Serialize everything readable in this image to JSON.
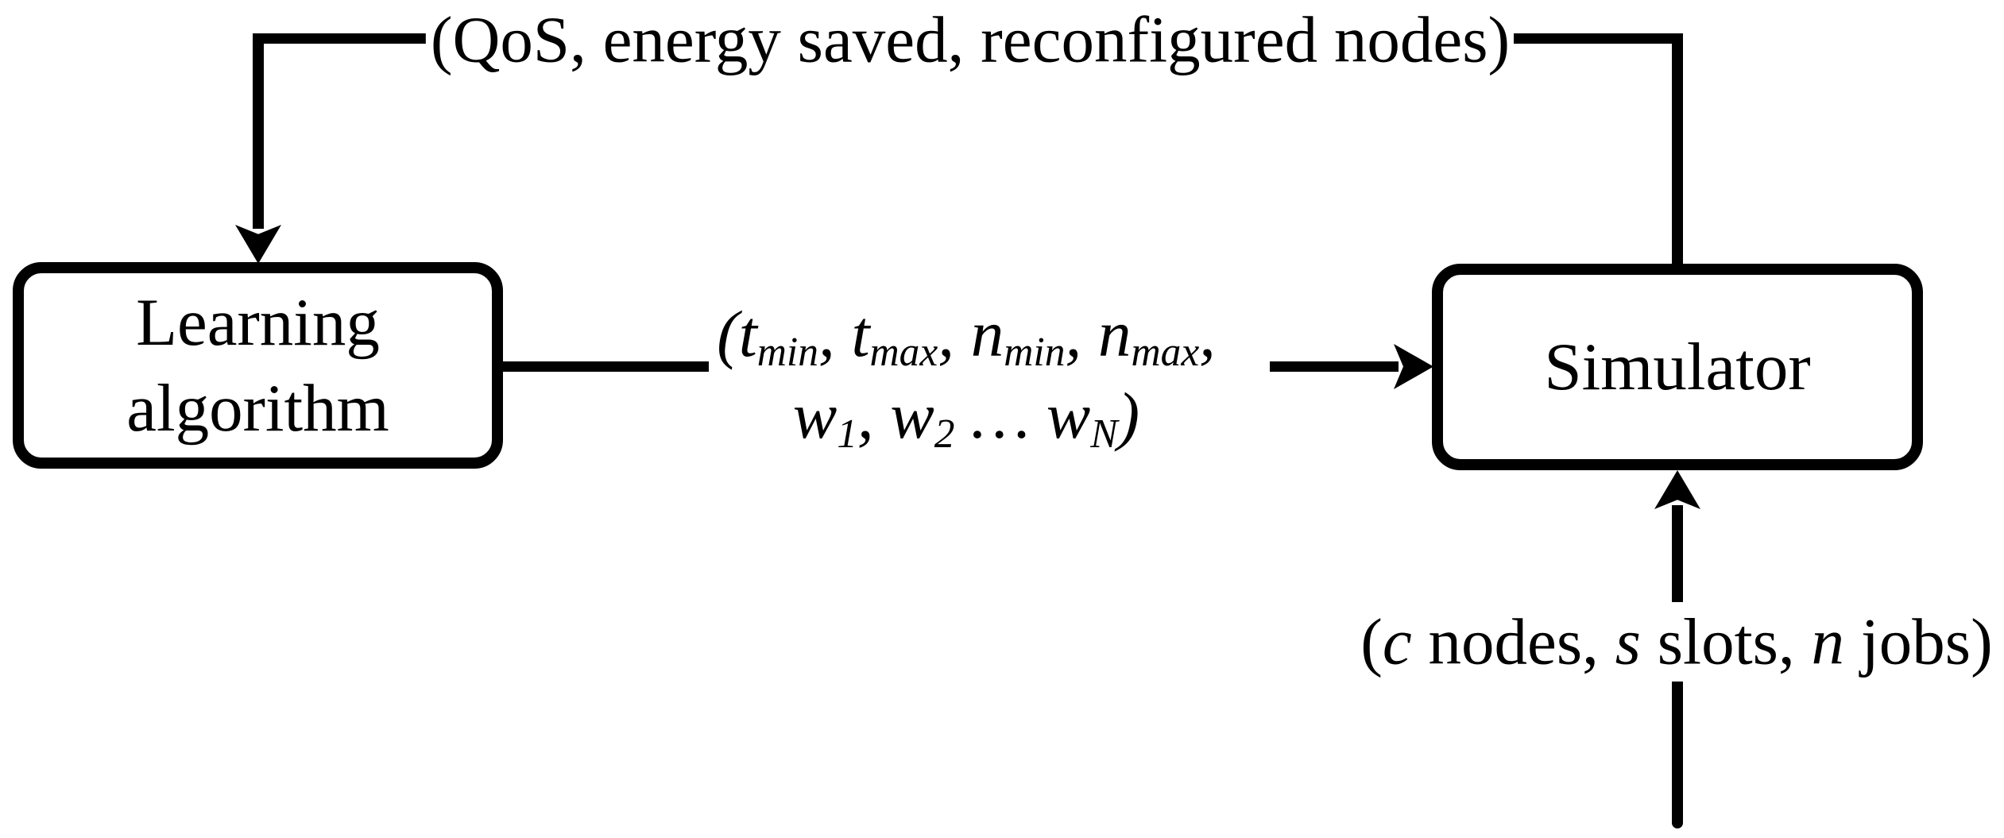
{
  "diagram": {
    "background_color": "#ffffff",
    "stroke_color": "#000000",
    "boxes": {
      "learning": {
        "line1": "Learning",
        "line2": "algorithm"
      },
      "simulator": {
        "label": "Simulator"
      }
    },
    "edge_labels": {
      "feedback": "(QoS, energy saved, reconfigured nodes)",
      "params_line1": [
        {
          "t": "(t",
          "i": true
        },
        {
          "t": "min",
          "i": true,
          "s": true
        },
        {
          "t": ", t",
          "i": true
        },
        {
          "t": "max",
          "i": true,
          "s": true
        },
        {
          "t": ", n",
          "i": true
        },
        {
          "t": "min",
          "i": true,
          "s": true
        },
        {
          "t": ", n",
          "i": true
        },
        {
          "t": "max",
          "i": true,
          "s": true
        },
        {
          "t": ",",
          "i": true
        }
      ],
      "params_line2": [
        {
          "t": "w",
          "i": true
        },
        {
          "t": "1",
          "i": true,
          "s": true
        },
        {
          "t": ", w",
          "i": true
        },
        {
          "t": "2",
          "i": true,
          "s": true
        },
        {
          "t": " … w",
          "i": true
        },
        {
          "t": "N",
          "i": true,
          "s": true
        },
        {
          "t": ")",
          "i": true
        }
      ],
      "inputs": [
        {
          "t": "(",
          "i": false
        },
        {
          "t": "c",
          "i": true
        },
        {
          "t": " nodes, ",
          "i": false
        },
        {
          "t": "s",
          "i": true
        },
        {
          "t": " slots, ",
          "i": false
        },
        {
          "t": "n",
          "i": true
        },
        {
          "t": " jobs)",
          "i": false
        }
      ]
    }
  }
}
